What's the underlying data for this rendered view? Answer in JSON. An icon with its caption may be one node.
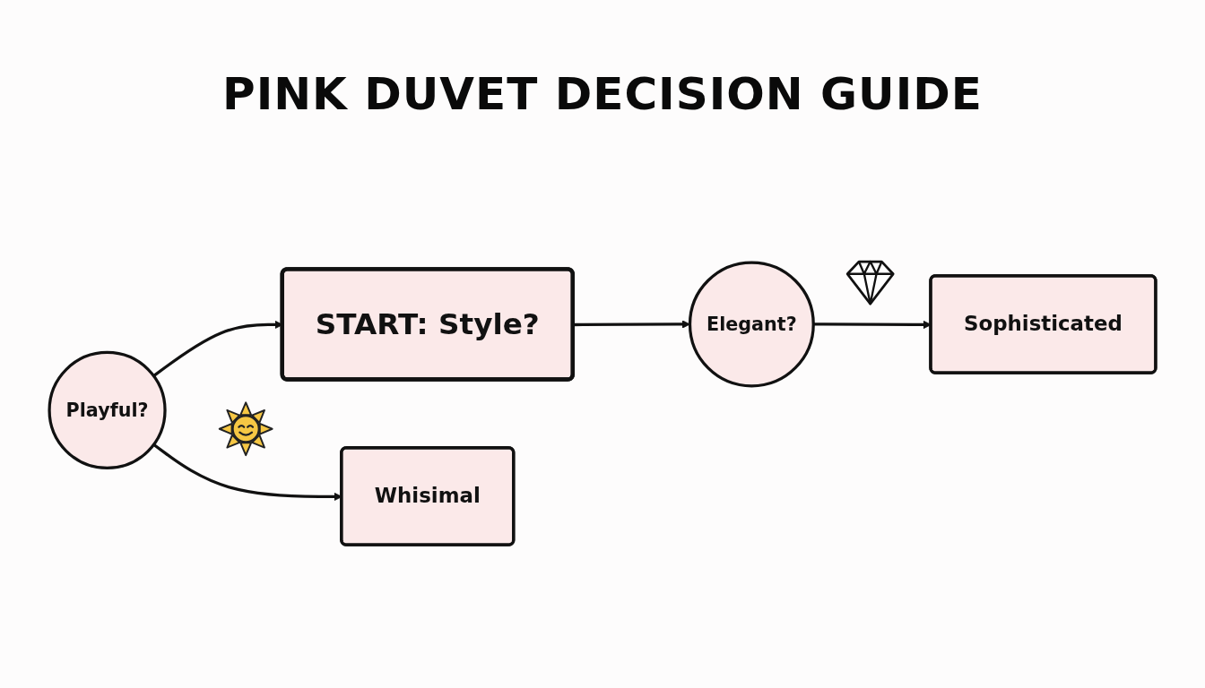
{
  "diagram": {
    "title": "PINK DUVET DECISION GUIDE",
    "nodes": [
      {
        "text": [
          "Playful?"
        ]
      },
      {
        "text": [
          "START: Style?"
        ]
      },
      {
        "text": [
          "Elegant?"
        ]
      },
      {
        "text": [
          "Whisimal"
        ]
      },
      {
        "text": [
          "Sophisticated"
        ]
      }
    ],
    "edges": [
      {
        "from": 0,
        "to": 1,
        "arrow": "to"
      },
      {
        "from": 1,
        "to": 2,
        "arrow": "to"
      },
      {
        "from": 0,
        "to": 3,
        "arrow": "to"
      },
      {
        "from": 2,
        "to": 4,
        "arrow": "to"
      }
    ]
  }
}
